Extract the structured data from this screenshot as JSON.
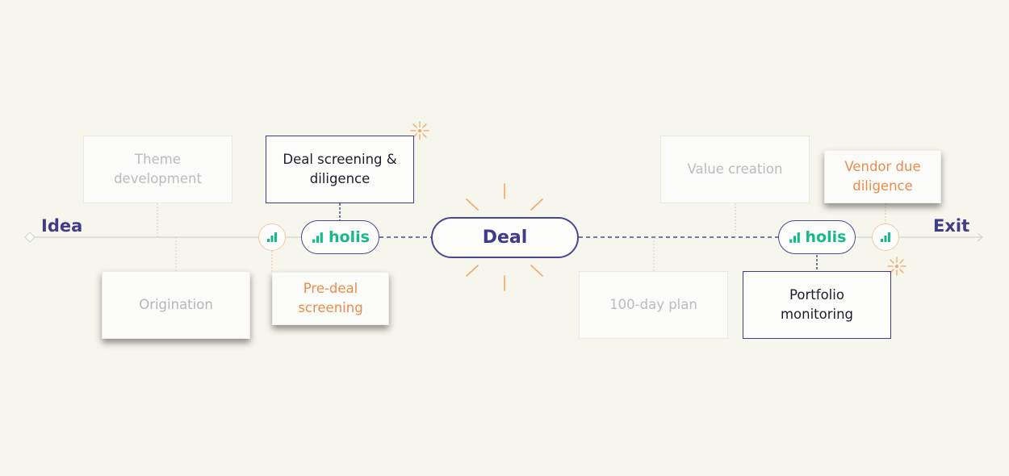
{
  "timeline": {
    "start_label": "Idea",
    "end_label": "Exit",
    "center_label": "Deal"
  },
  "brand": {
    "name": "holis",
    "color": "#17b98a",
    "icon": "bar-chart-icon"
  },
  "colors": {
    "navy": "#3f3d8a",
    "orange": "#ec8c4c",
    "faded": "#bcbcc0",
    "background": "#f7f6ec"
  },
  "cards": {
    "theme_development": "Theme development",
    "origination": "Origination",
    "deal_screening": "Deal screening & diligence",
    "pre_deal_screening": "Pre-deal screening",
    "value_creation": "Value creation",
    "hundred_day_plan": "100-day plan",
    "vendor_due_diligence": "Vendor due diligence",
    "portfolio_monitoring": "Portfolio monitoring"
  },
  "icons": {
    "sparkle": "sparkle-icon",
    "burst": "burst-icon",
    "start_marker": "diamond-icon",
    "end_marker": "arrow-right-icon"
  }
}
